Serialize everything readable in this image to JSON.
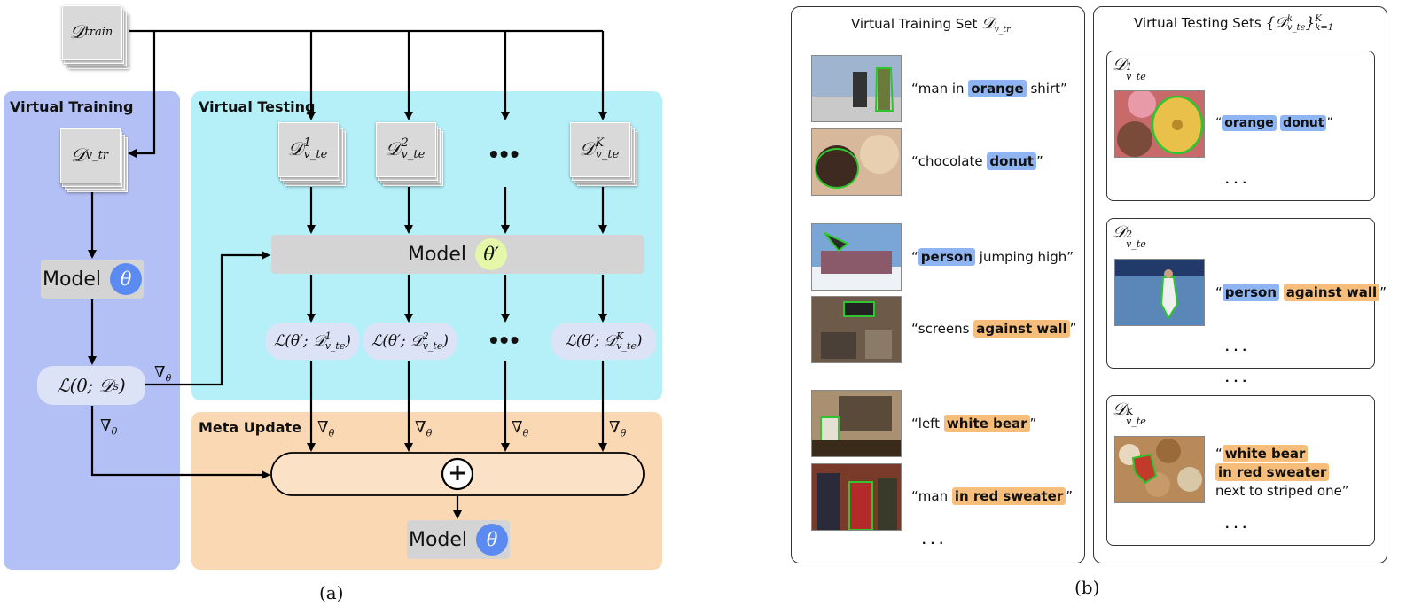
{
  "left_figure": {
    "d_train": "𝒟",
    "d_train_sub": "train",
    "virtual_training_title": "Virtual Training",
    "virtual_testing_title": "Virtual Testing",
    "meta_update_title": "Meta Update",
    "d_vtr": "𝒟",
    "d_vtr_sub": "v_tr",
    "model_label": "Model",
    "theta": "θ",
    "theta_prime": "θ′",
    "loss_source": "ℒ(θ; 𝒟",
    "loss_source_sub": "s",
    "loss_source_close": ")",
    "grad": "∇",
    "grad_sub": "θ",
    "test_sets": [
      {
        "base": "𝒟",
        "sup": "1",
        "sub": "v_te"
      },
      {
        "base": "𝒟",
        "sup": "2",
        "sub": "v_te"
      },
      {
        "base": "𝒟",
        "sup": "K",
        "sub": "v_te"
      }
    ],
    "losses": [
      {
        "pre": "ℒ(θ′; 𝒟",
        "sup": "1",
        "sub": "v_te",
        "post": ")"
      },
      {
        "pre": "ℒ(θ′; 𝒟",
        "sup": "2",
        "sub": "v_te",
        "post": ")"
      },
      {
        "pre": "ℒ(θ′; 𝒟",
        "sup": "K",
        "sub": "v_te",
        "post": ")"
      }
    ],
    "ellipsis": "•••",
    "plus": "+",
    "caption": "(a)"
  },
  "right_figure": {
    "training_title": "Virtual Training Set ",
    "training_title_math": "𝒟",
    "training_title_sub": "v_tr",
    "testing_title": "Virtual Testing Sets ",
    "testing_title_math": "{𝒟",
    "testing_title_math_sup": "k",
    "testing_title_math_sub": "v_te",
    "testing_title_math_close": "}",
    "testing_title_range_sup": "K",
    "testing_title_range_sub": "k=1",
    "training_items": [
      {
        "q1": "“man in ",
        "hl": "orange",
        "q2": " shirt”",
        "hlcolor": "blue"
      },
      {
        "q1": "“chocolate ",
        "hl": "donut",
        "q2": "”",
        "hlcolor": "blue"
      },
      {
        "q1": "“",
        "hl": "person",
        "q2": " jumping high”",
        "hlcolor": "blue"
      },
      {
        "q1": "“screens ",
        "hl": "against wall",
        "q2": "”",
        "hlcolor": "orange"
      },
      {
        "q1": "“left ",
        "hl": "white bear",
        "q2": "”",
        "hlcolor": "orange"
      },
      {
        "q1": "“man ",
        "hl": "in red sweater",
        "q2": "”",
        "hlcolor": "orange"
      }
    ],
    "test_panels": [
      {
        "base": "𝒟",
        "sup": "1",
        "sub": "v_te"
      },
      {
        "base": "𝒟",
        "sup": "2",
        "sub": "v_te"
      },
      {
        "base": "𝒟",
        "sup": "K",
        "sub": "v_te"
      }
    ],
    "test_caption_1": {
      "q1": "“",
      "hl1": "orange",
      "hl2": "donut",
      "q2": "”"
    },
    "test_caption_2": {
      "q1": "“",
      "hl1": "person",
      "hl2": "against wall",
      "q2": "”"
    },
    "test_caption_3": {
      "q1": "“",
      "hl1": "white bear",
      "hl2": "in red sweater",
      "line3": "next to striped one”"
    },
    "dots": "· · ·",
    "caption": "(b)"
  },
  "colors": {
    "virtual_training_bg": "#b3c0f5",
    "virtual_testing_bg": "#b5f0f8",
    "meta_update_bg": "#fbd8b4",
    "theta_circle": "#5b8af0",
    "theta_prime_circle": "#e5f7a8",
    "highlight_blue": "#8fb4f2",
    "highlight_orange": "#f6be7a",
    "mask_green": "#2fc52f"
  }
}
